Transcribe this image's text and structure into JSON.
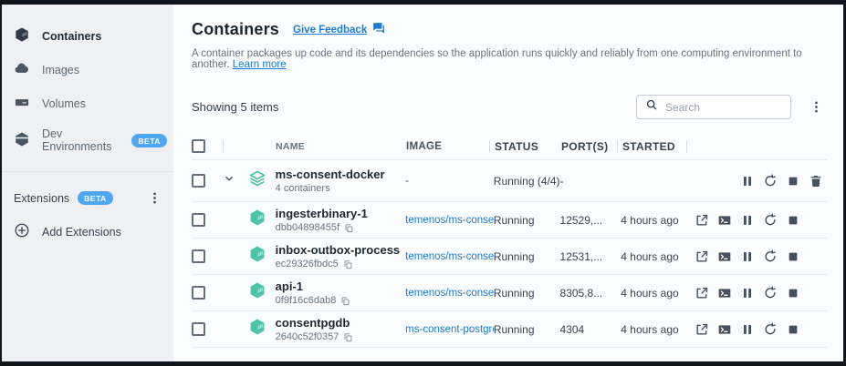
{
  "colors": {
    "accent_blue": "#1c7bd4",
    "badge_blue": "#4ea7f1",
    "teal": "#4cc3a4",
    "icon_slate": "#44505f"
  },
  "sidebar": {
    "items": [
      {
        "label": "Containers",
        "icon": "containers-icon",
        "active": true
      },
      {
        "label": "Images",
        "icon": "images-icon",
        "active": false
      },
      {
        "label": "Volumes",
        "icon": "volumes-icon",
        "active": false
      },
      {
        "label": "Dev Environments",
        "icon": "dev-environments-icon",
        "active": false,
        "badge": "BETA"
      }
    ],
    "extensions_label": "Extensions",
    "extensions_badge": "BETA",
    "add_extensions_label": "Add Extensions"
  },
  "header": {
    "title": "Containers",
    "feedback_link": "Give Feedback",
    "description": "A container packages up code and its dependencies so the application runs quickly and reliably from one computing environment to another.",
    "learn_more": "Learn more"
  },
  "toolbar": {
    "showing": "Showing 5 items",
    "search_placeholder": "Search"
  },
  "table": {
    "columns": [
      "NAME",
      "IMAGE",
      "STATUS",
      "PORT(S)",
      "STARTED"
    ],
    "rows": [
      {
        "type": "group",
        "name": "ms-consent-docker",
        "sub": "4 containers",
        "image": "-",
        "image_is_link": false,
        "status": "Running (4/4)",
        "ports": "-",
        "started": "",
        "actions": [
          "spacer",
          "spacer",
          "pause",
          "restart",
          "stop",
          "delete"
        ]
      },
      {
        "type": "container",
        "name": "ingesterbinary-1",
        "sub": "dbb04898455f",
        "image": "temenos/ms-consent-i",
        "image_is_link": true,
        "status": "Running",
        "ports": "12529,...",
        "started": "4 hours ago",
        "actions": [
          "open-external",
          "terminal",
          "pause",
          "restart",
          "stop",
          "spacer"
        ]
      },
      {
        "type": "container",
        "name": "inbox-outbox-process",
        "sub": "ec29326fbdc5",
        "image": "temenos/ms-consent-i",
        "image_is_link": true,
        "status": "Running",
        "ports": "12531,...",
        "started": "4 hours ago",
        "actions": [
          "open-external",
          "terminal",
          "pause",
          "restart",
          "stop",
          "spacer"
        ]
      },
      {
        "type": "container",
        "name": "api-1",
        "sub": "0f9f16c6dab8",
        "image": "temenos/ms-consent-s",
        "image_is_link": true,
        "status": "Running",
        "ports": "8305,8...",
        "started": "4 hours ago",
        "actions": [
          "open-external",
          "terminal",
          "pause",
          "restart",
          "stop",
          "spacer"
        ]
      },
      {
        "type": "container",
        "name": "consentpgdb",
        "sub": "2640c52f0357",
        "image": "ms-consent-postgres",
        "image_is_link": true,
        "status": "Running",
        "ports": "4304",
        "started": "4 hours ago",
        "actions": [
          "open-external",
          "terminal",
          "pause",
          "restart",
          "stop",
          "spacer"
        ]
      }
    ]
  }
}
